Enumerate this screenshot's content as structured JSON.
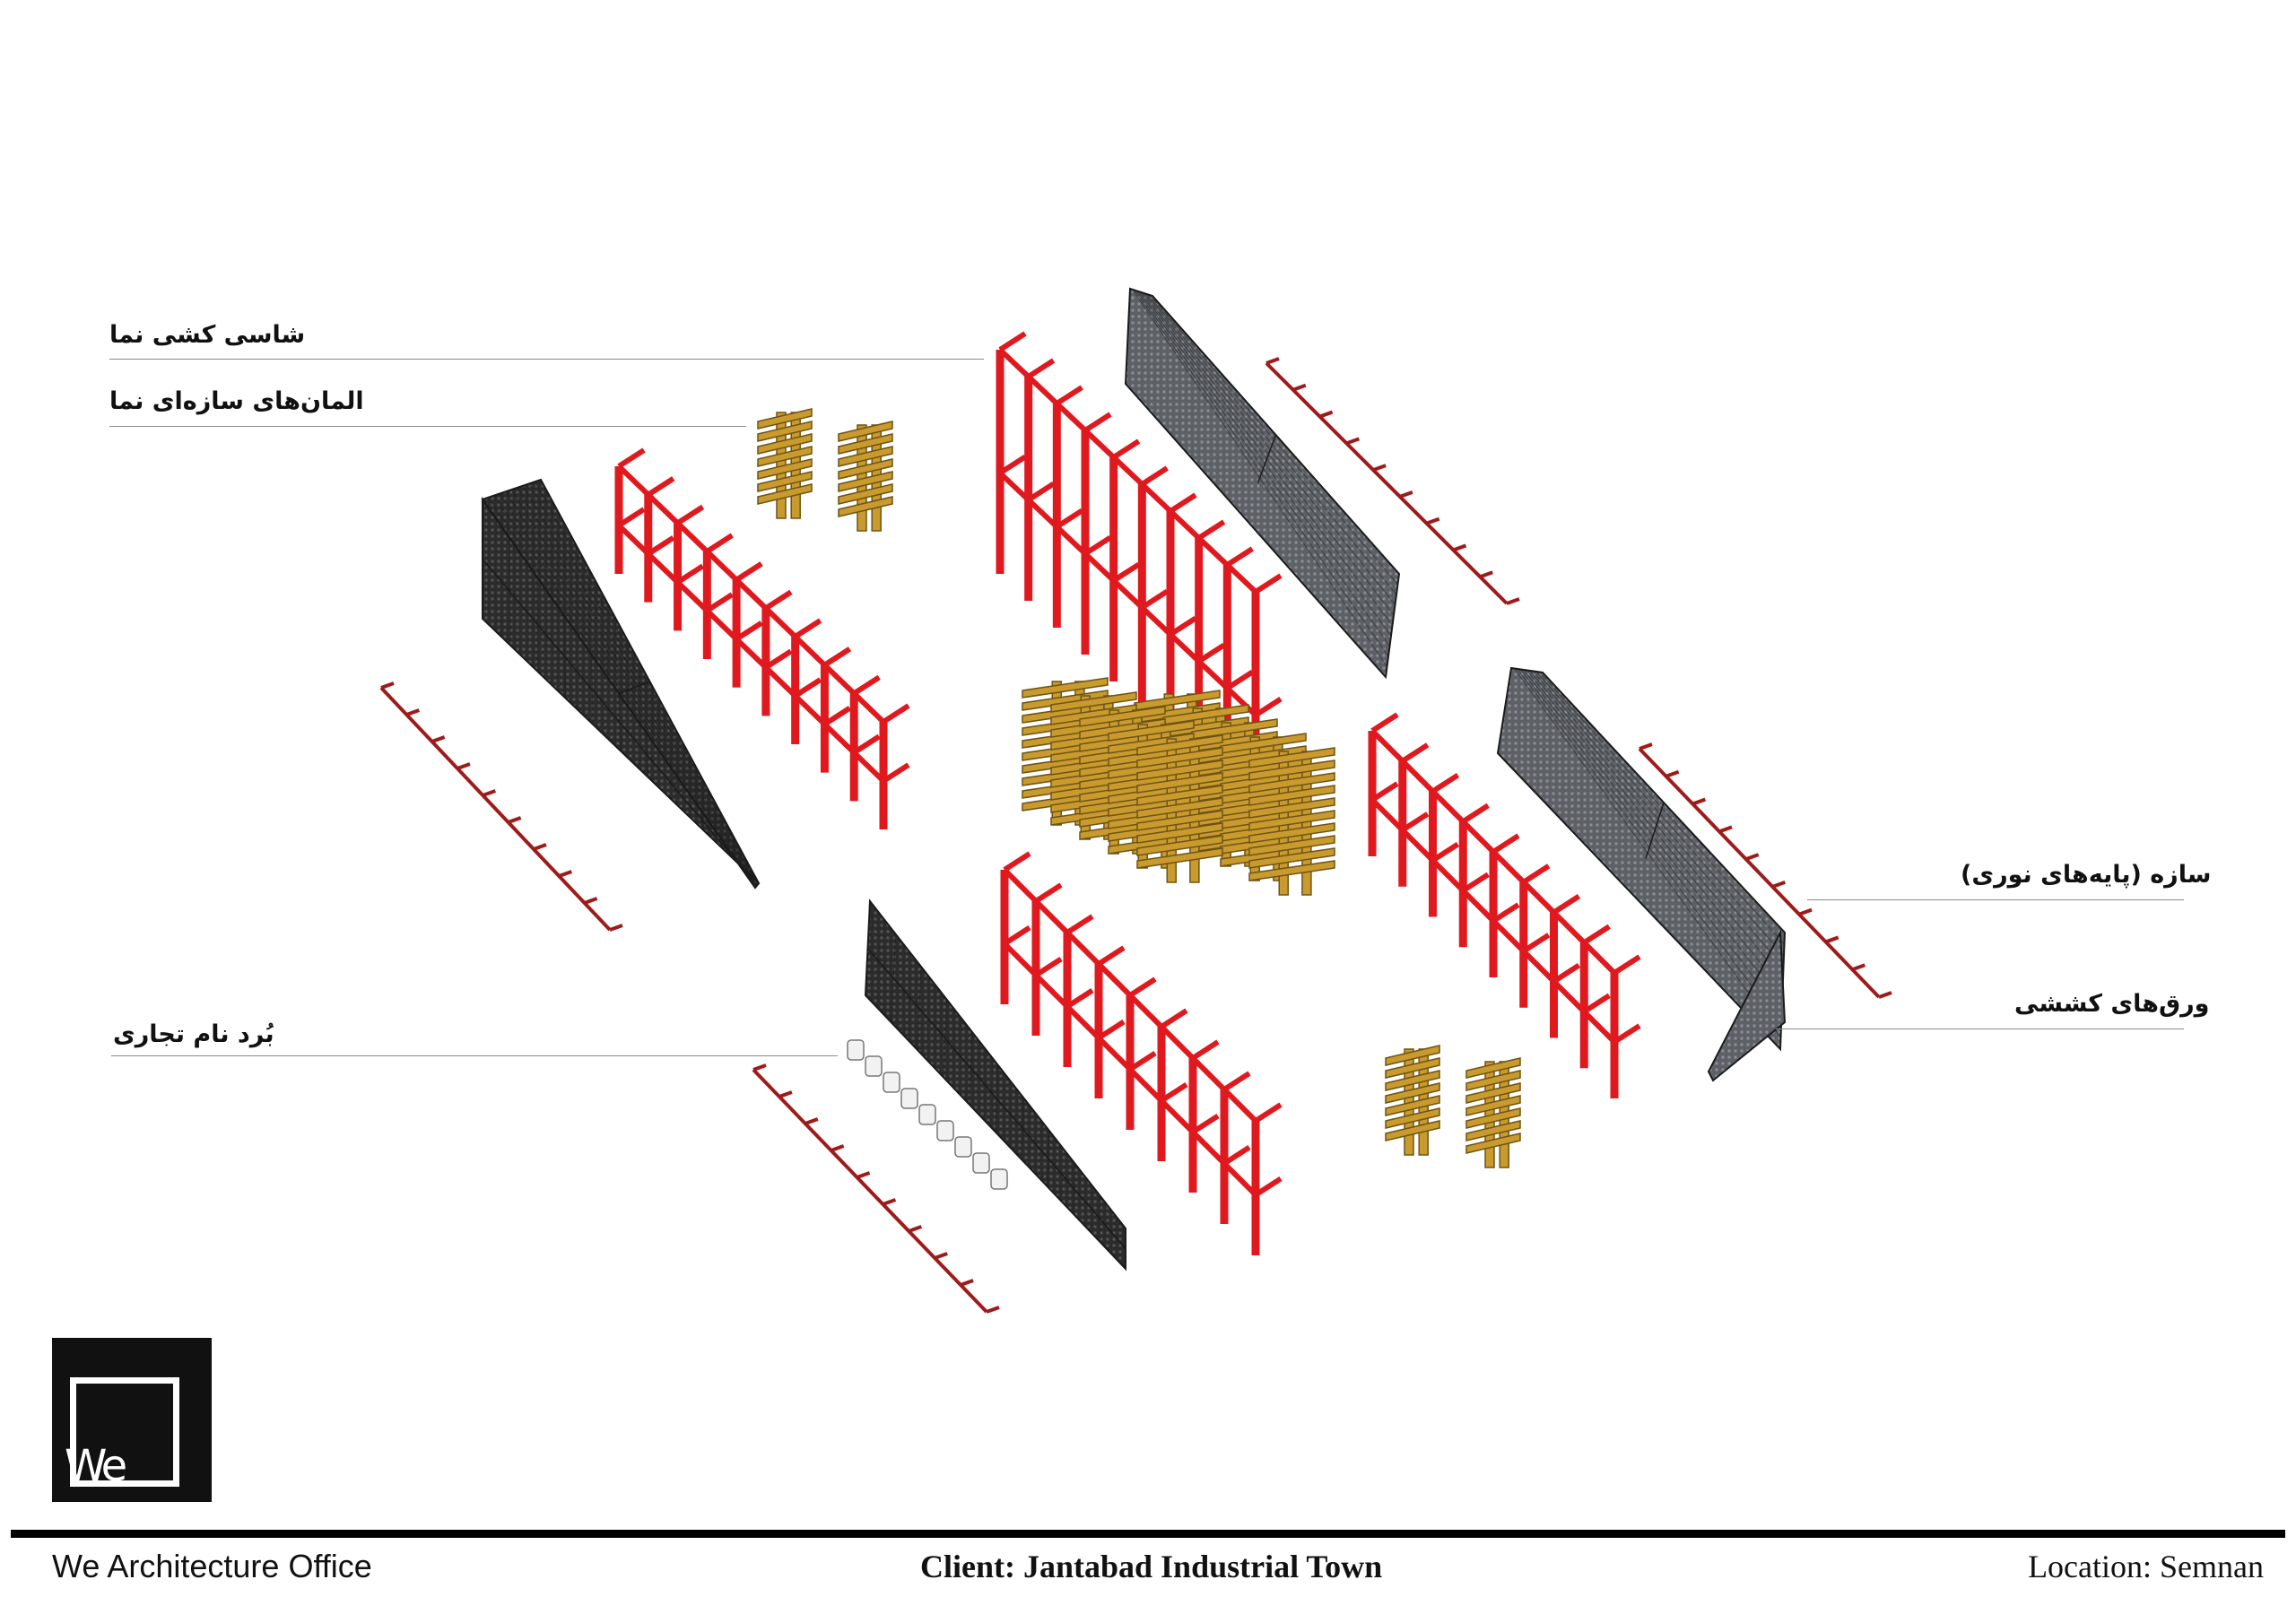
{
  "labels": {
    "facade_chassis": "شاسی کشی نما",
    "facade_structural_elements": "المان‌های سازه‌ای نما",
    "structure_light_posts": "سازه (پایه‌های نوری)",
    "tension_sheets": "ورق‌های کششی",
    "trade_name_board": "بُرد نام تجاری"
  },
  "logo": {
    "text": "We"
  },
  "footer": {
    "office": "We Architecture Office",
    "client": "Client: Jantabad Industrial Town",
    "location": "Location: Semnan"
  },
  "colors": {
    "frame_red": "#e0191f",
    "rail_red": "#9e1b1b",
    "mesh_dark": "#3a3a3a",
    "mesh_grey": "#6f7378",
    "timber": "#c99a2e"
  }
}
